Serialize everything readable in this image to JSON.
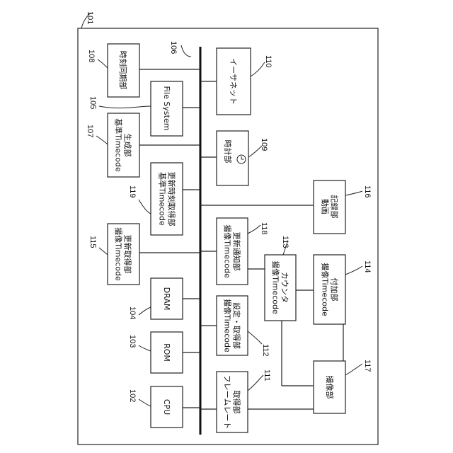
{
  "figure": {
    "outer_ref": "101",
    "bus_ref": "106"
  },
  "blocks": {
    "sync": {
      "ref": "108",
      "lines": [
        "時刻同期部"
      ]
    },
    "filesystem": {
      "ref": "105",
      "lines": [
        "File System"
      ]
    },
    "ref_gen": {
      "ref": "107",
      "lines": [
        "基準Timecode",
        "生成部"
      ]
    },
    "ref_update": {
      "ref": "119",
      "lines": [
        "基準Timecode",
        "更新時刻取得部"
      ]
    },
    "cap_acquire": {
      "ref": "115",
      "lines": [
        "撮像Timecode",
        "更新取得部"
      ]
    },
    "dram": {
      "ref": "104",
      "lines": [
        "DRAM"
      ]
    },
    "rom": {
      "ref": "103",
      "lines": [
        "ROM"
      ]
    },
    "cpu": {
      "ref": "102",
      "lines": [
        "CPU"
      ]
    },
    "ethernet": {
      "ref": "110",
      "lines": [
        "イーサネット"
      ]
    },
    "clock": {
      "ref": "109",
      "lines": [
        "時計部"
      ]
    },
    "cap_notify": {
      "ref": "118",
      "lines": [
        "撮像Timecode",
        "更新通知部"
      ]
    },
    "cap_set": {
      "ref": "112",
      "lines": [
        "撮像Timecode",
        "設定・取得部"
      ]
    },
    "framerate": {
      "ref": "111",
      "lines": [
        "フレームレート",
        "取得部"
      ]
    },
    "counter": {
      "ref": "113",
      "lines": [
        "撮像Timecode",
        "カウンタ"
      ]
    },
    "video_rec": {
      "ref": "116",
      "lines": [
        "動画",
        "記録部"
      ]
    },
    "tc_attach": {
      "ref": "114",
      "lines": [
        "撮像Timecode",
        "付加部"
      ]
    },
    "imaging": {
      "ref": "117",
      "lines": [
        "撮像部"
      ]
    }
  }
}
